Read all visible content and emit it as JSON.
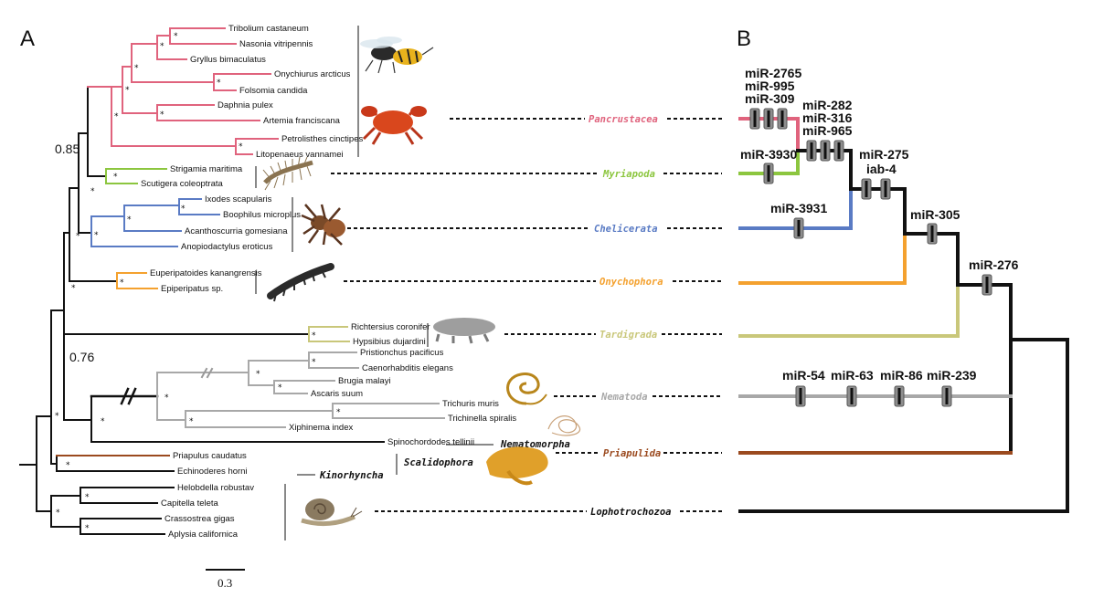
{
  "panels": {
    "a": "A",
    "b": "B"
  },
  "support": {
    "pancrustacea_node": "0.85",
    "ecdysozoa_node": "0.76"
  },
  "star": "*",
  "scale_bar": "0.3",
  "taxa": {
    "tribolium": "Tribolium castaneum",
    "nasonia": "Nasonia vitripennis",
    "gryllus": "Gryllus bimaculatus",
    "onychiurus": "Onychiurus arcticus",
    "folsomia": "Folsomia candida",
    "daphnia": "Daphnia pulex",
    "artemia": "Artemia franciscana",
    "petrolisthes": "Petrolisthes cinctipes",
    "litopenaeus": "Litopenaeus vannamei",
    "strigamia": "Strigamia maritima",
    "scutigera": "Scutigera coleoptrata",
    "ixodes": "Ixodes scapularis",
    "boophilus": "Boophilus microplus",
    "acanthoscurria": "Acanthoscurria gomesiana",
    "anopiodactylus": "Anopiodactylus eroticus",
    "euperipatoides": "Euperipatoides kanangrensis",
    "epiperipatus": "Epiperipatus sp.",
    "richtersius": "Richtersius coronifer",
    "hypsibius": "Hypsibius dujardini",
    "pristionchus": "Pristionchus pacificus",
    "caenorhabditis": "Caenorhabditis elegans",
    "brugia": "Brugia malayi",
    "ascaris": "Ascaris suum",
    "trichuris": "Trichuris muris",
    "trichinella": "Trichinella spiralis",
    "xiphinema": "Xiphinema index",
    "spinochordodes": "Spinochordodes tellinii",
    "priapulus": "Priapulus caudatus",
    "echinoderes": "Echinoderes horni",
    "helobdella": "Helobdella robustav",
    "capitella": "Capitella teleta",
    "crassostrea": "Crassostrea gigas",
    "aplysia": "Aplysia californica"
  },
  "clades": {
    "pancrustacea": "Pancrustacea",
    "myriapoda": "Myriapoda",
    "chelicerata": "Chelicerata",
    "onychophora": "Onychophora",
    "tardigrada": "Tardigrada",
    "nematoda": "Nematoda",
    "nematomorpha": "Nematomorpha",
    "priapulida": "Priapulida",
    "kinorhyncha": "Kinorhyncha",
    "scalidophora": "Scalidophora",
    "lophotrochozoa": "Lophotrochozoa"
  },
  "mirnas": {
    "m2765": "miR-2765",
    "m995": "miR-995",
    "m309": "miR-309",
    "m282": "miR-282",
    "m316": "miR-316",
    "m965": "miR-965",
    "m3930": "miR-3930",
    "m275": "miR-275",
    "iab4": "iab-4",
    "m3931": "miR-3931",
    "m305": "miR-305",
    "m276": "miR-276",
    "m54": "miR-54",
    "m63": "miR-63",
    "m86": "miR-86",
    "m239": "miR-239"
  },
  "colors": {
    "pancrustacea": "#e0637d",
    "myriapoda": "#8cc63f",
    "chelicerata": "#5a7bc4",
    "onychophora": "#f4a12e",
    "tardigrada": "#c9c77a",
    "nematoda": "#a8a8a8",
    "priapulida": "#9b4a1f",
    "lophotrochozoa": "#111111"
  },
  "images": {
    "wasp": "wasp-illustration",
    "crab": "crab-illustration",
    "centipede": "centipede-illustration",
    "tarantula": "tarantula-illustration",
    "velvet_worm": "velvet-worm-illustration",
    "tardigrade": "tardigrade-illustration",
    "nematode": "nematode-illustration",
    "hairworm": "hairworm-illustration",
    "priapulid": "priapulid-illustration",
    "snail": "snail-illustration"
  }
}
